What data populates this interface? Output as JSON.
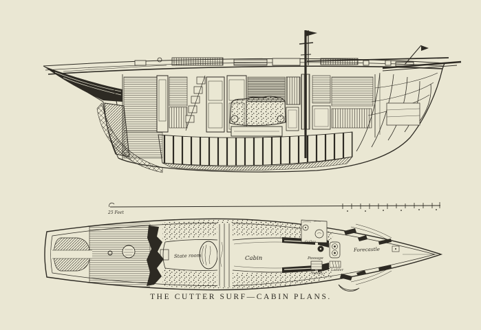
{
  "artwork": {
    "caption": "THE CUTTER SURF—CABIN PLANS.",
    "paper_color": "#eae7d3",
    "ink_color": "#2d2a23"
  },
  "scale_bar": {
    "label": "25 Feet"
  },
  "plan": {
    "labels": {
      "state_room": "State room",
      "cabin": "Cabin",
      "galley": "Galley",
      "passage": "Passage",
      "pantry": "Pantry",
      "ladder": "Ladder",
      "forecastle": "Forecastle"
    }
  }
}
